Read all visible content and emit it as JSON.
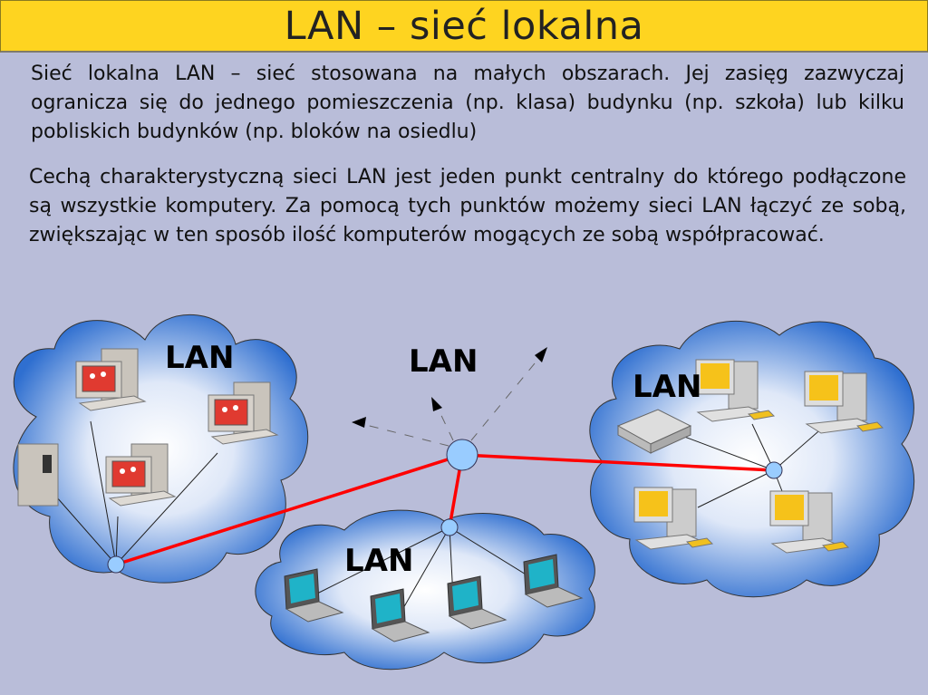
{
  "slide": {
    "title": "LAN – sieć lokalna",
    "paragraph1": "Sieć lokalna LAN – sieć stosowana na małych obszarach. Jej zasięg zazwyczaj ogranicza się do jednego pomieszczenia (np. klasa) budynku (np. szkoła) lub kilku pobliskich budynków (np. bloków na osiedlu)",
    "paragraph2": "Cechą charakterystyczną sieci LAN jest jeden punkt centralny do którego podłączone są wszystkie komputery. Za pomocą tych punktów możemy sieci LAN łączyć ze sobą, zwiększając w ten sposób ilość komputerów mogących ze sobą współpracować."
  },
  "diagram": {
    "labels": {
      "left": "LAN",
      "center": "LAN",
      "right": "LAN",
      "bottom": "LAN"
    },
    "colors": {
      "link": "#ff0000",
      "hub": "#99ccff",
      "cloud": "#2f6fd0"
    }
  }
}
